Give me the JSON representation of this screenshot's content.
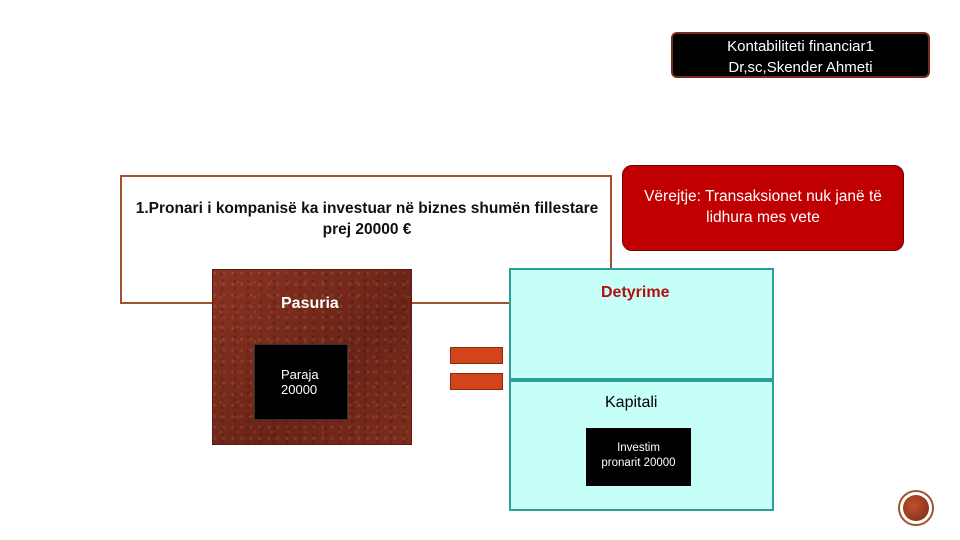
{
  "header": {
    "course_line1": "Kontabiliteti financiar1",
    "course_line2": "Dr,sc,Skender Ahmeti"
  },
  "statement": "1.Pronari i kompanisë ka investuar në biznes shumën fillestare prej 20000 €",
  "note": "Vërejtje: Transaksionet nuk janë të lidhura mes vete",
  "assets": {
    "title": "Pasuria",
    "cash_line1": "Paraja",
    "cash_line2": "20000"
  },
  "liabilities": {
    "title": "Detyrime"
  },
  "equity": {
    "title": "Kapitali",
    "item_line1": "Investim",
    "item_line2": "pronarit 20000"
  },
  "colors": {
    "accent_red": "#c00000",
    "panel_brown": "#7a2a1a",
    "equals_orange": "#d2441a",
    "panel_cyan": "#c6fff8"
  }
}
